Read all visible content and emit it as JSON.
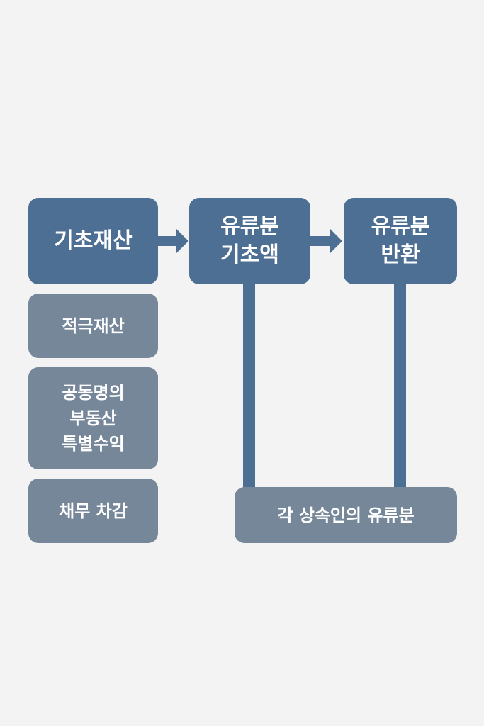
{
  "nodes": {
    "basic_property": "기초재산",
    "forced_base": "유류분\n기초액",
    "forced_return": "유류분\n반환",
    "gift_property": "적극재산",
    "joint_real_estate": "공동명의\n부동산\n특별수익",
    "debt_deduction": "채무 차감",
    "each_heir_share": "각 상속인의 유류분"
  },
  "colors": {
    "primary": "#4c6f93",
    "secondary": "#76879a",
    "background": "#f3f3f3"
  }
}
